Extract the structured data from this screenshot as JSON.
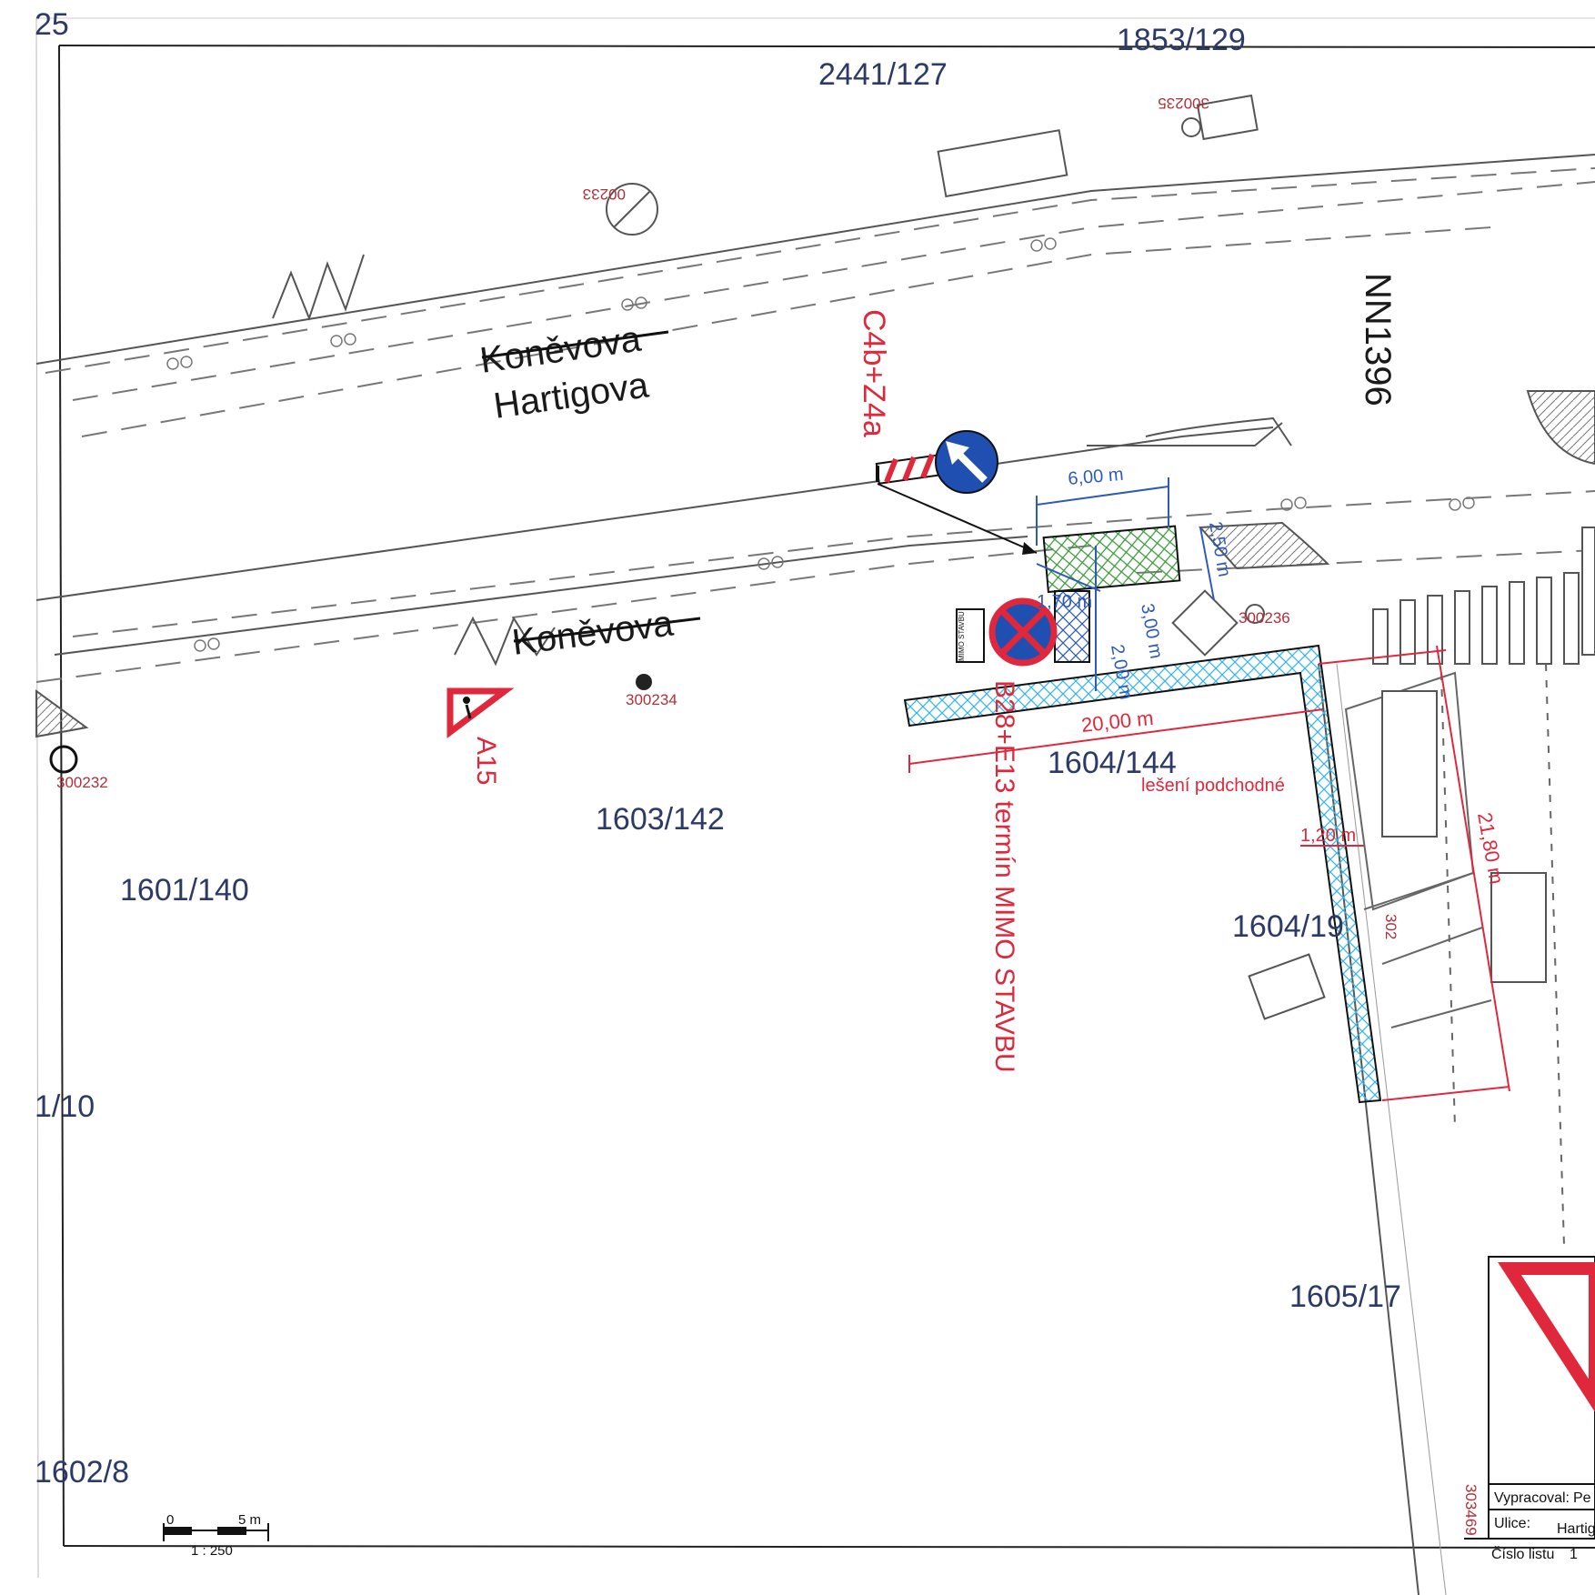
{
  "map": {
    "corner_label": "25",
    "parcels": {
      "p1853_129": "1853/129",
      "p2441_127": "2441/127",
      "p1604_144": "1604/144",
      "p1603_142": "1603/142",
      "p1601_140": "1601/140",
      "p1604_19": "1604/19",
      "p1_10": "1/10",
      "p1605_17": "1605/17",
      "p1602_8": "1602/8"
    },
    "streets": {
      "old_name_top": "Koněvova",
      "new_name": "Hartigova",
      "old_name_bottom": "Koněvova",
      "network_id": "NN1396"
    },
    "signs": {
      "c4b_label": "C4b+Z4a",
      "a15_label": "A15",
      "b28_label": "B28+E13 termín MIMO STAVBU",
      "scaffold_label": "lešení podchodné",
      "mimo_stavbu_plate": "MIMO STAVBU"
    },
    "dimensions": {
      "d600": "6,00 m",
      "d170": "1,70 m",
      "d250": "2,50 m",
      "d300": "3,00 m",
      "d200": "2,00 m",
      "d2000": "20,00 m",
      "d120": "1,20 m",
      "d2180": "21,80 m"
    },
    "points": {
      "pt300233": "00233",
      "pt300235": "300235",
      "pt300236": "300236",
      "pt300234": "300234",
      "pt300232": "300232",
      "pt303469": "303469",
      "pt302": "302"
    },
    "scale_bar": {
      "zero": "0",
      "five": "5 m",
      "ratio": "1 : 250"
    },
    "title_block": {
      "prepared_by_label": "Vypracoval:",
      "prepared_by_value": "Pe",
      "street_label": "Ulice:",
      "street_value": "Hartig",
      "sheet_label": "Číslo listu",
      "sheet_value": "1"
    },
    "colors": {
      "parcel_text": "#2b3a67",
      "traffic_red": "#e0283c",
      "dimension_blue": "#2f5ab8",
      "zone_green": "#3a9a3a",
      "scaffold_cyan": "#38b6e6"
    }
  }
}
